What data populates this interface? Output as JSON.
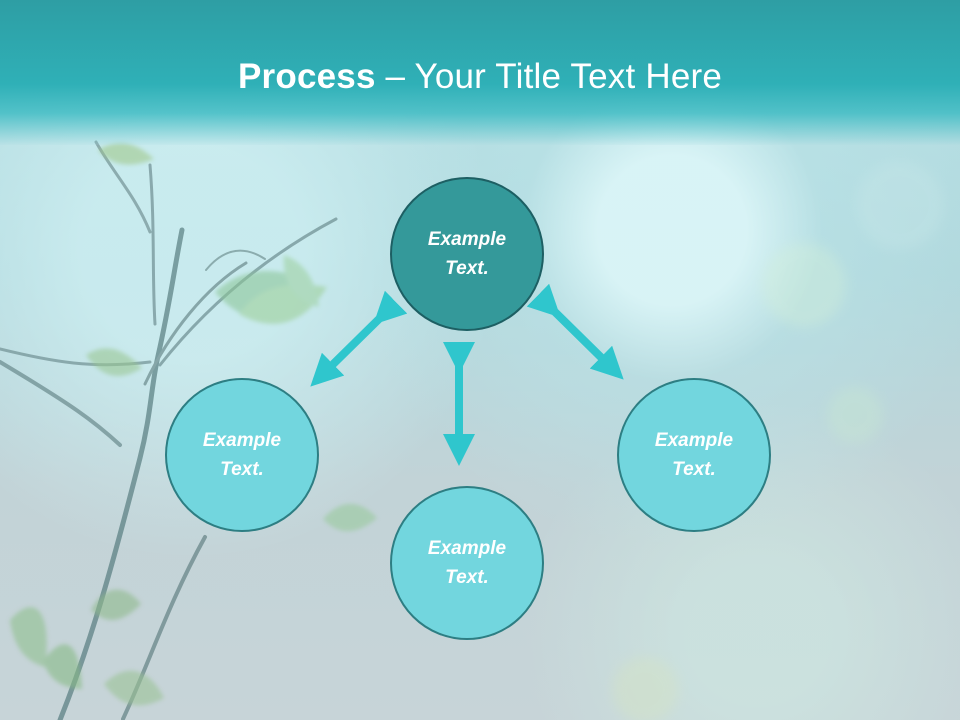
{
  "slide": {
    "title_bold": "Process",
    "title_separator": " – ",
    "title_rest": "Your Title Text Here"
  },
  "nodes": {
    "top": "Example\nText.",
    "left": "Example\nText.",
    "right": "Example\nText.",
    "bottom": "Example\nText."
  },
  "colors": {
    "header": "#2fb0b7",
    "top_node": "#34999a",
    "light_nodes": "#72d6de",
    "arrows": "#2fc6cd",
    "node_border": "#2d7e83"
  },
  "icons": {
    "arrows": "double-headed-arrow",
    "background": "plant-branch-photo"
  }
}
